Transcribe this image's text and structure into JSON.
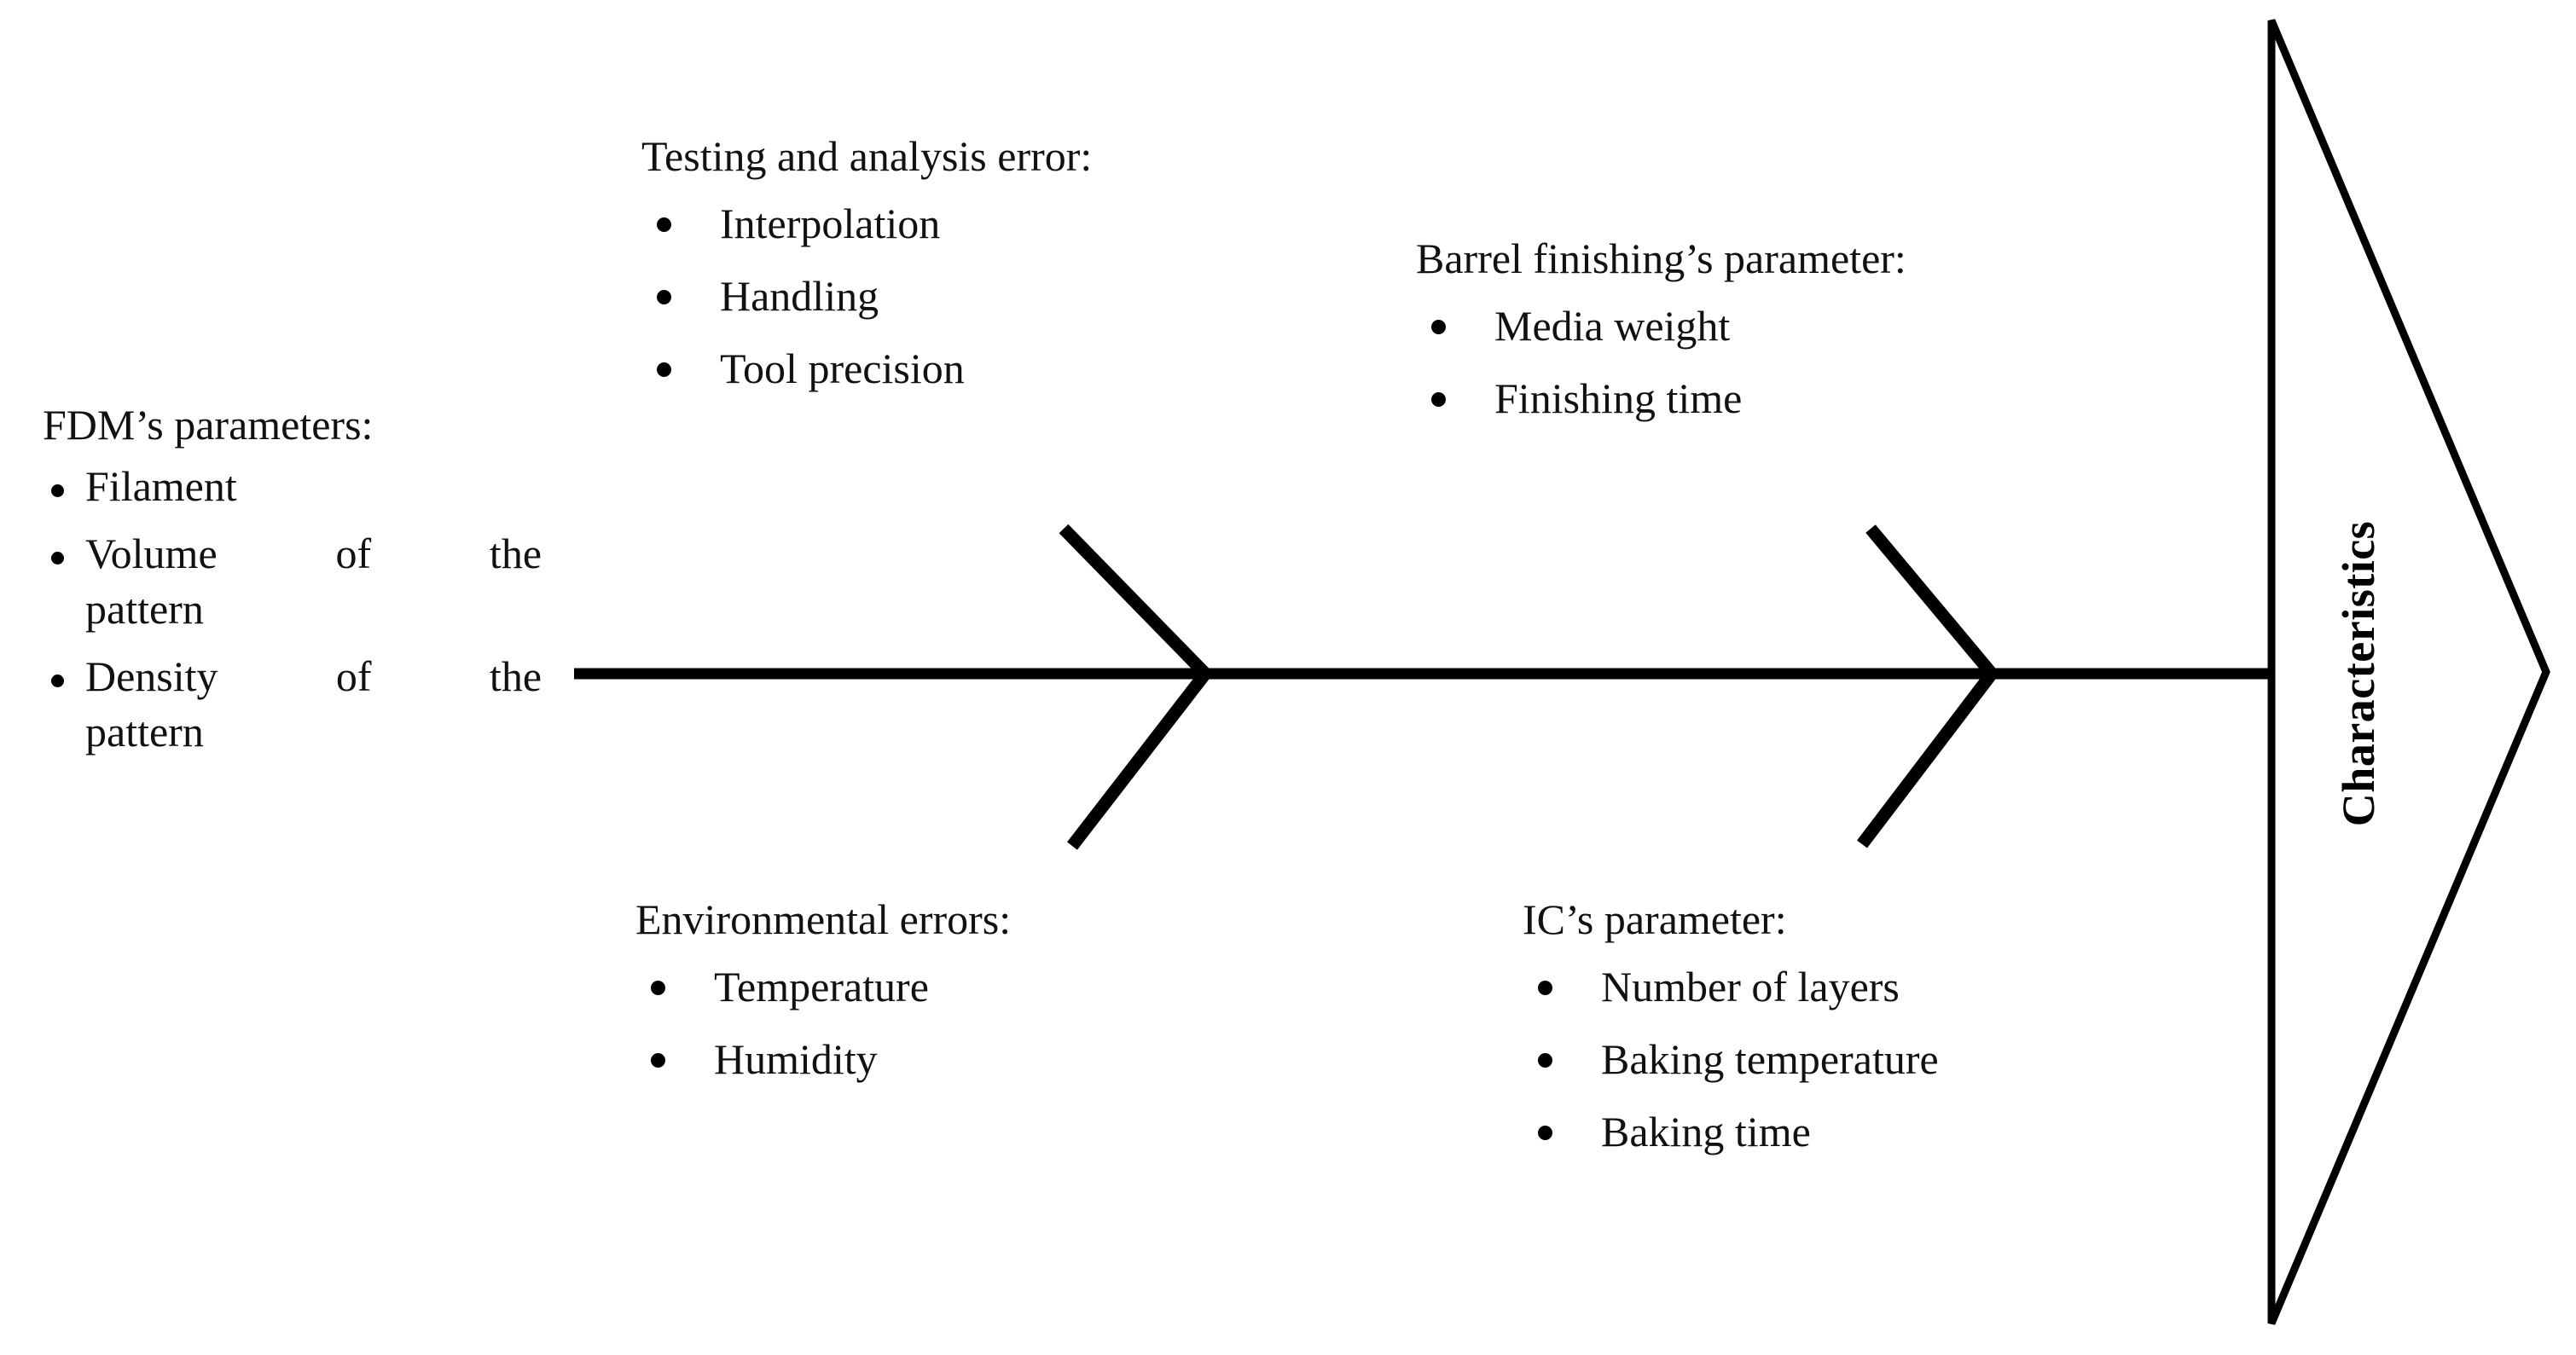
{
  "diagram": {
    "type": "fishbone-ishikawa",
    "effect_label": "Characteristics",
    "categories": [
      {
        "id": "fdm",
        "position": "spine-start-left",
        "title": "FDM’s parameters:",
        "items": [
          "Filament",
          "Volume of the pattern",
          "Density of the pattern"
        ]
      },
      {
        "id": "testing",
        "position": "upper-left-bone",
        "title": "Testing and analysis error:",
        "items": [
          "Interpolation",
          "Handling",
          "Tool precision"
        ]
      },
      {
        "id": "environmental",
        "position": "lower-left-bone",
        "title": "Environmental errors:",
        "items": [
          "Temperature",
          "Humidity"
        ]
      },
      {
        "id": "barrel",
        "position": "upper-right-bone",
        "title": "Barrel finishing’s parameter:",
        "items": [
          "Media weight",
          "Finishing time"
        ]
      },
      {
        "id": "ic",
        "position": "lower-right-bone",
        "title": "IC’s parameter:",
        "items": [
          "Number of layers",
          "Baking temperature",
          "Baking time"
        ]
      }
    ],
    "left_block_lines": {
      "filament": "Filament",
      "volume_line1_a": "Volume",
      "volume_line1_b": "of",
      "volume_line1_c": "the",
      "volume_line2": "pattern",
      "density_line1_a": "Density",
      "density_line1_b": "of",
      "density_line1_c": "the",
      "density_line2": "pattern"
    },
    "colors": {
      "ink": "#000000",
      "background": "#ffffff"
    }
  }
}
